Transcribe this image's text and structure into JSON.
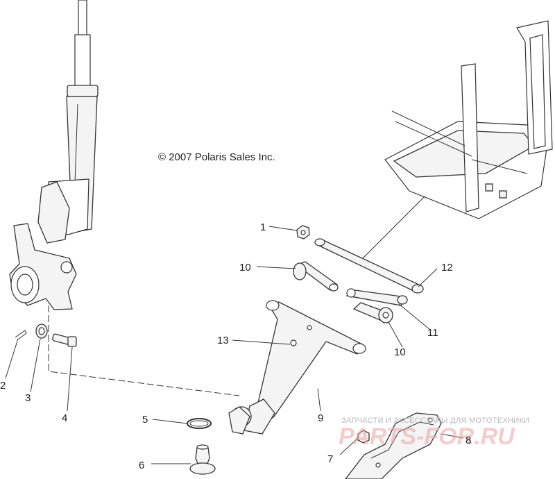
{
  "copyright": "© 2007 Polaris Sales Inc.",
  "watermark": {
    "small": "ЗАПЧАСТИ И АКСЕССУАРЫ ДЛЯ МОТОТЕХНИКИ",
    "large": "PARTS-FOR.RU"
  },
  "callouts": {
    "c1": "1",
    "c2": "2",
    "c3": "3",
    "c4": "4",
    "c5": "5",
    "c6": "6",
    "c7": "7",
    "c8": "8",
    "c9": "9",
    "c10a": "10",
    "c10b": "10",
    "c11": "11",
    "c12": "12",
    "c13": "13"
  }
}
